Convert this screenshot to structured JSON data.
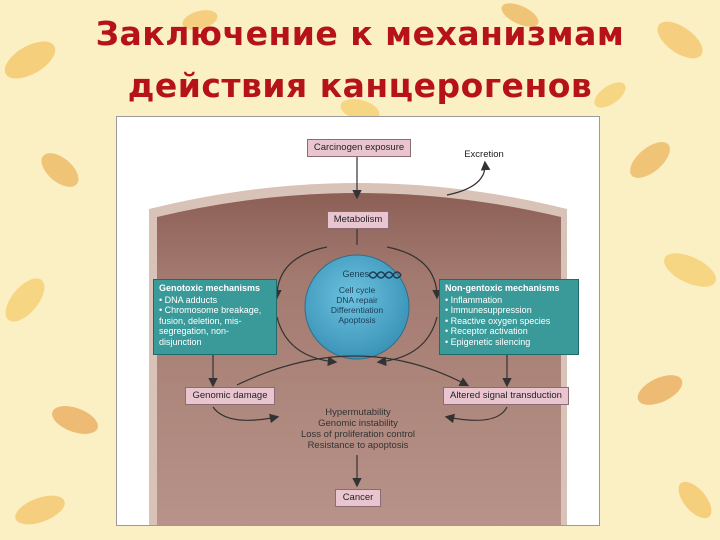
{
  "slide": {
    "title_line1": "Заключение к механизмам",
    "title_line2": "действия канцерогенов"
  },
  "diagram": {
    "carcinogen_exposure": "Carcinogen exposure",
    "excretion": "Excretion",
    "metabolism": "Metabolism",
    "genes_label": "Genes",
    "genes_items": [
      "Cell cycle",
      "DNA repair",
      "Differentiation",
      "Apoptosis"
    ],
    "genotoxic": {
      "heading": "Genotoxic mechanisms",
      "items": [
        "DNA adducts",
        "Chromosome breakage, fusion, deletion, mis-segregation, non-disjunction"
      ]
    },
    "nongenotoxic": {
      "heading": "Non-gentoxic mechanisms",
      "items": [
        "Inflammation",
        "Immunesuppression",
        "Reactive oxygen species",
        "Receptor activation",
        "Epigenetic silencing"
      ]
    },
    "genomic_damage": "Genomic damage",
    "altered_signal": "Altered signal transduction",
    "outcomes": [
      "Hypermutability",
      "Genomic instability",
      "Loss of proliferation control",
      "Resistance to apoptosis"
    ],
    "cancer": "Cancer",
    "colors": {
      "cell_fill": "#a0756a",
      "outer_fill": "#dcc6bc",
      "label_box": "#e9c6cf",
      "mechanism_box": "#3a9a9a",
      "genes_circle": "#4aa8c8",
      "title_color": "#b5121b"
    }
  }
}
